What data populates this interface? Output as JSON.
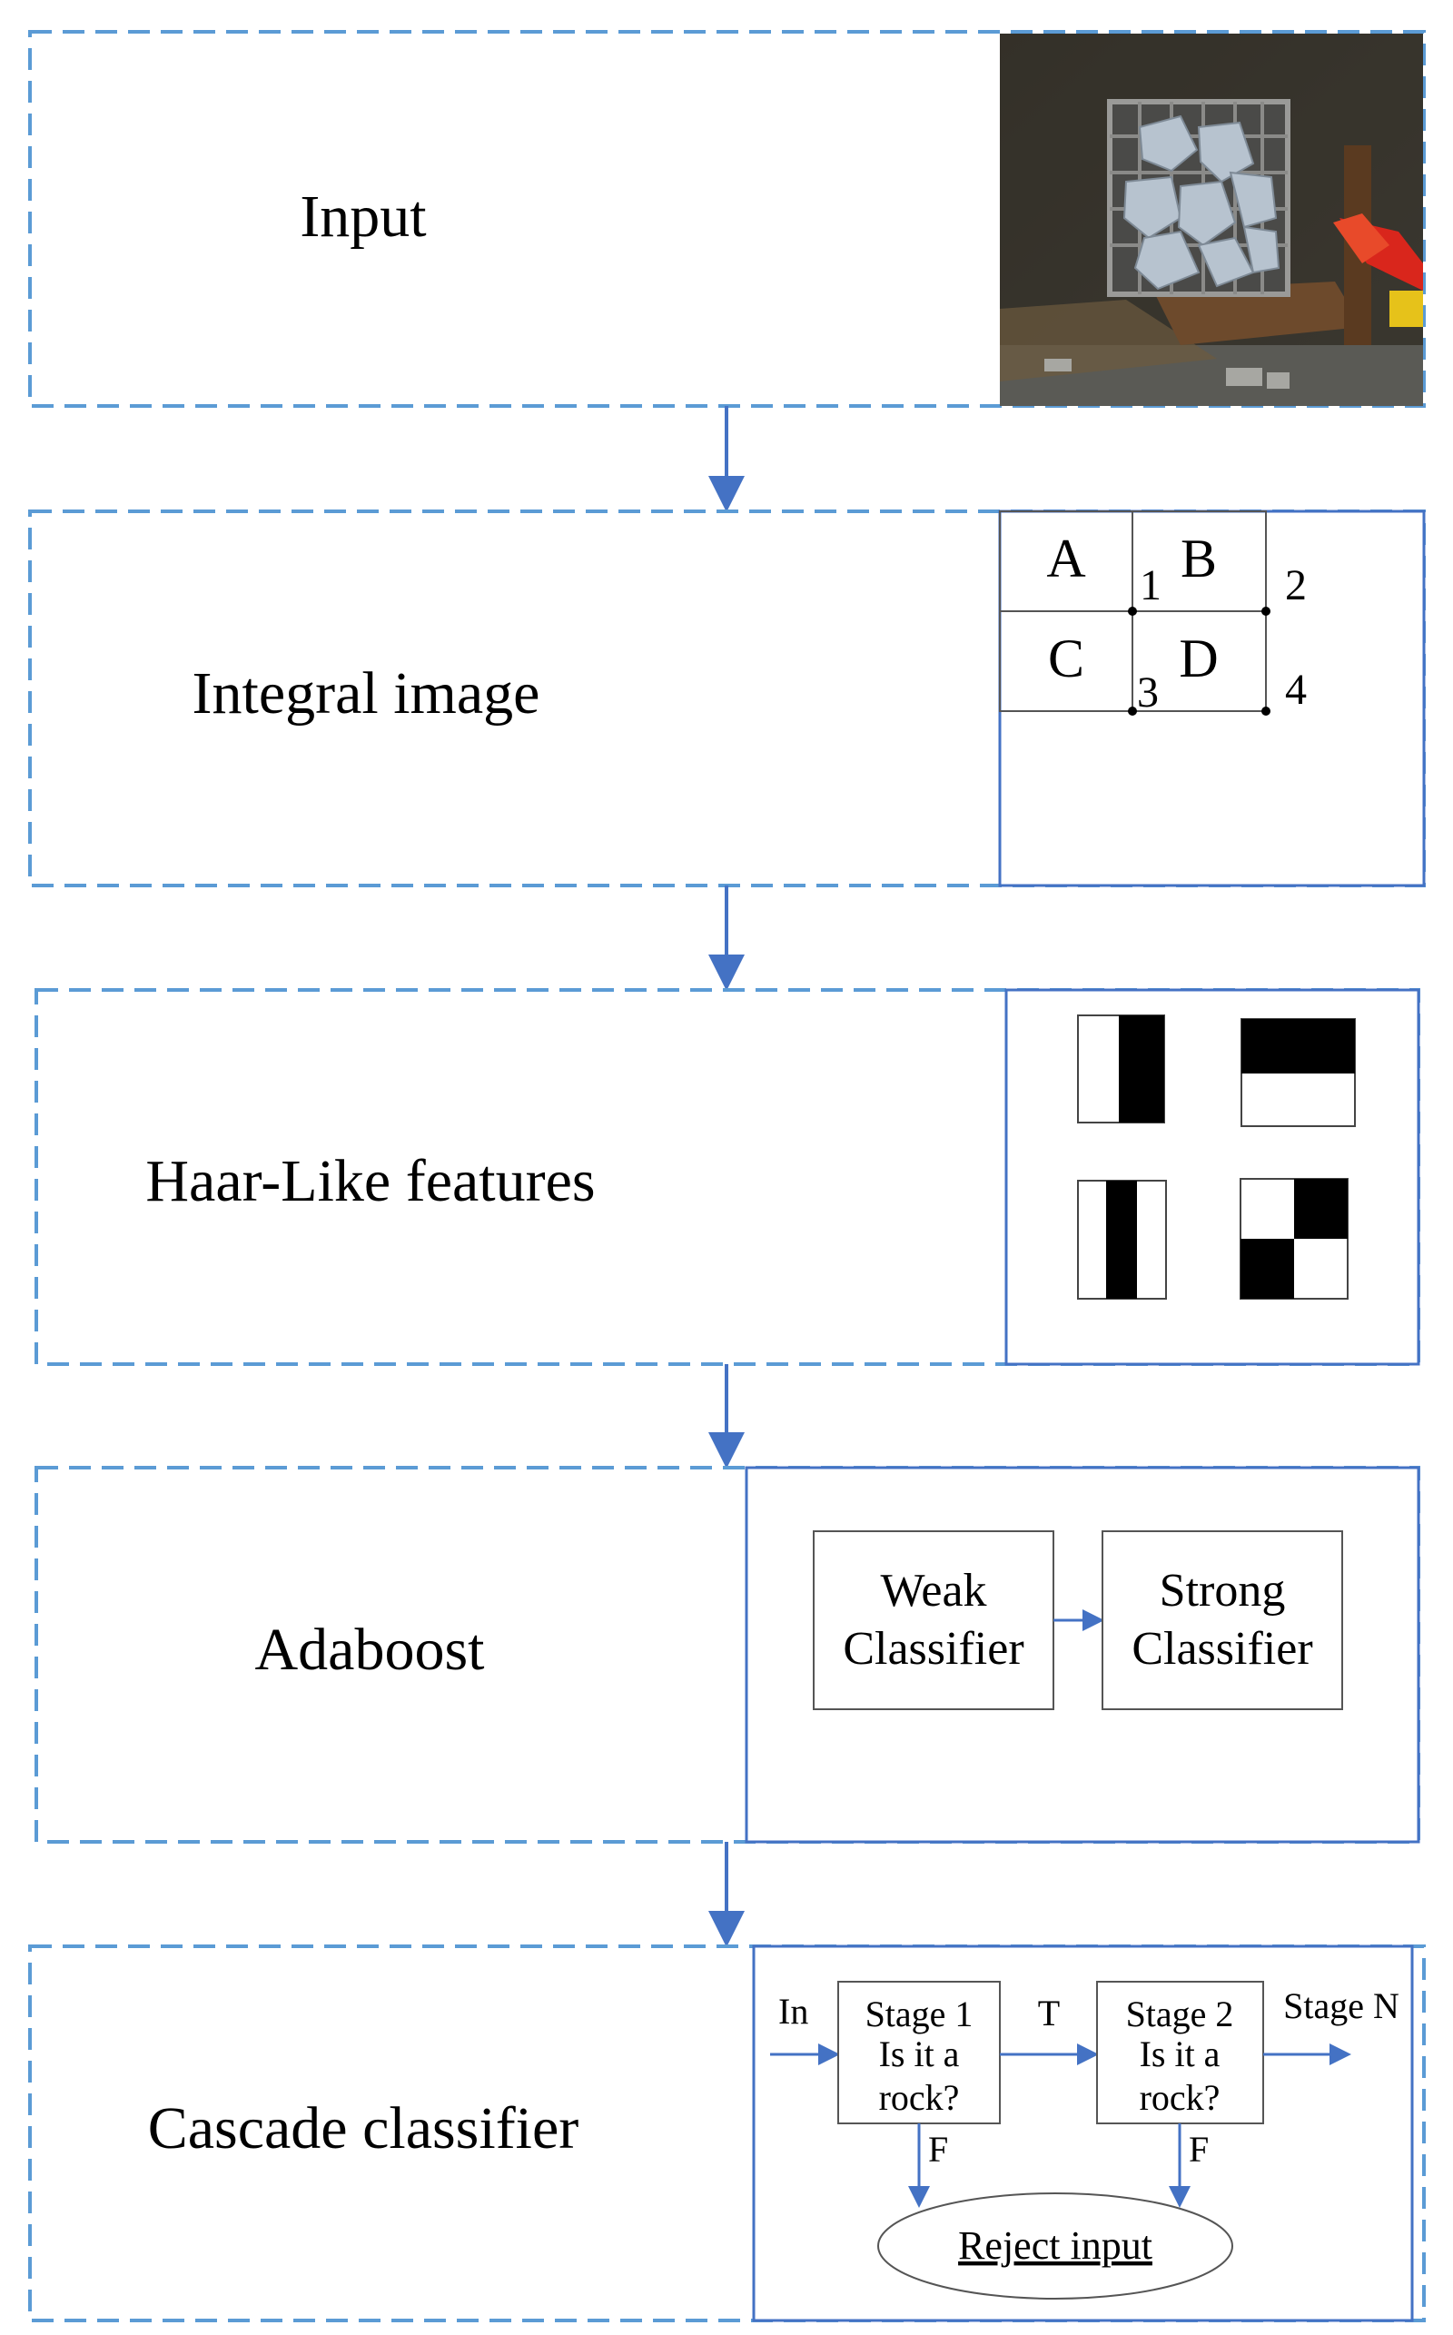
{
  "stages": {
    "input": {
      "label": "Input"
    },
    "integral": {
      "label": "Integral image",
      "regions": [
        "A",
        "B",
        "C",
        "D"
      ],
      "points": [
        "1",
        "2",
        "3",
        "4"
      ]
    },
    "haar": {
      "label": "Haar-Like features"
    },
    "adaboost": {
      "label": "Adaboost",
      "weak_line1": "Weak",
      "weak_line2": "Classifier",
      "strong_line1": "Strong",
      "strong_line2": "Classifier"
    },
    "cascade": {
      "label": "Cascade classifier",
      "in_label": "In",
      "true_label": "T",
      "false_label_1": "F",
      "false_label_2": "F",
      "stage1_line1": "Stage 1",
      "stage1_line2": "Is it a",
      "stage1_line3": "rock?",
      "stage2_line1": "Stage 2",
      "stage2_line2": "Is it a",
      "stage2_line3": "rock?",
      "stage_n": "Stage N",
      "reject": "Reject input"
    }
  },
  "colors": {
    "dashed_border": "#5b9bd5",
    "solid_border": "#4472c4",
    "arrow": "#4472c4"
  }
}
